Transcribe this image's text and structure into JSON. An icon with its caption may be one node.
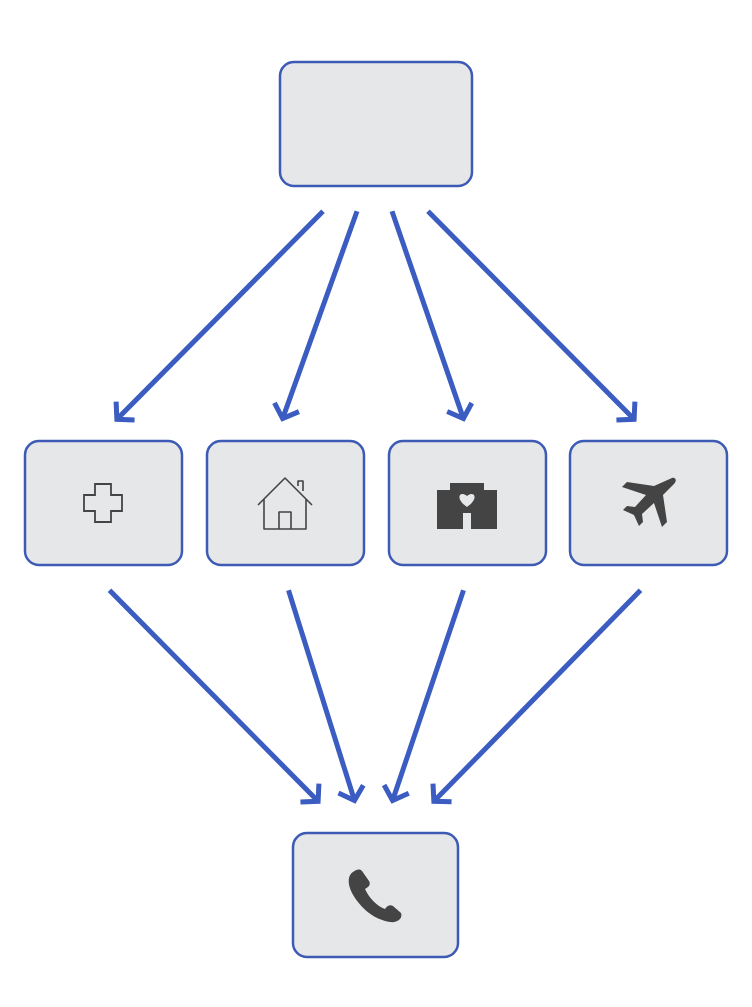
{
  "diagram": {
    "nodes": [
      {
        "text": [],
        "shape": "box"
      },
      {
        "text": [],
        "shape": "box"
      },
      {
        "text": [],
        "shape": "box"
      },
      {
        "text": [],
        "shape": "box"
      },
      {
        "text": [],
        "shape": "box"
      },
      {
        "text": [],
        "shape": "box"
      }
    ],
    "edges": [
      {
        "from": 0,
        "to": 1,
        "arrow": "to"
      },
      {
        "from": 0,
        "to": 2,
        "arrow": "to"
      },
      {
        "from": 0,
        "to": 3,
        "arrow": "to"
      },
      {
        "from": 0,
        "to": 4,
        "arrow": "to"
      },
      {
        "from": 1,
        "to": 5,
        "arrow": "to"
      },
      {
        "from": 2,
        "to": 5,
        "arrow": "to"
      },
      {
        "from": 3,
        "to": 5,
        "arrow": "to"
      },
      {
        "from": 4,
        "to": 5,
        "arrow": "to"
      }
    ]
  }
}
